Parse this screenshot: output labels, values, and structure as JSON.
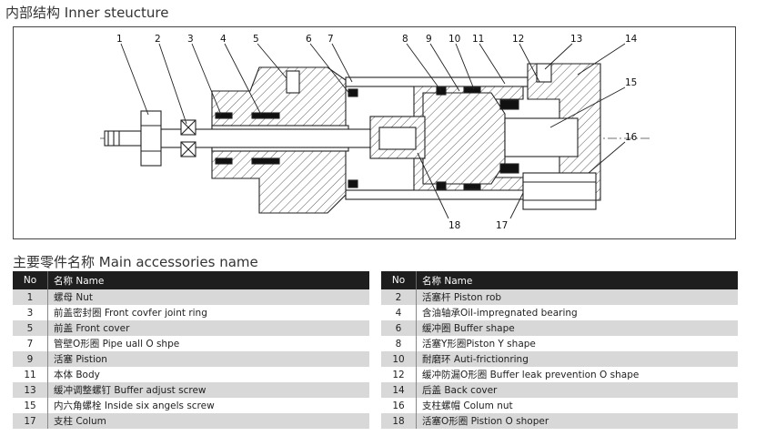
{
  "section_titles": {
    "inner": "内部结构 Inner steucture",
    "accessories": "主要零件名称 Main accessories name"
  },
  "diagram": {
    "labels": [
      "1",
      "2",
      "3",
      "4",
      "5",
      "6",
      "7",
      "8",
      "9",
      "10",
      "11",
      "12",
      "13",
      "14",
      "15",
      "16",
      "17",
      "18"
    ]
  },
  "table_headers": {
    "no": "No",
    "name": "名称 Name"
  },
  "left_table": [
    {
      "no": "1",
      "name": "螺母 Nut"
    },
    {
      "no": "3",
      "name": "前盖密封圈 Front covfer joint ring"
    },
    {
      "no": "5",
      "name": "前盖 Front cover"
    },
    {
      "no": "7",
      "name": "管壁O形圈 Pipe uall O shpe"
    },
    {
      "no": "9",
      "name": "活塞 Pistion"
    },
    {
      "no": "11",
      "name": "本体 Body"
    },
    {
      "no": "13",
      "name": "缓冲调整螺钉 Buffer adjust screw"
    },
    {
      "no": "15",
      "name": "内六角螺栓 Inside six angels screw"
    },
    {
      "no": "17",
      "name": "支柱 Colum"
    }
  ],
  "right_table": [
    {
      "no": "2",
      "name": "活塞杆 Piston rob"
    },
    {
      "no": "4",
      "name": "含油轴承Oil-impregnated bearing"
    },
    {
      "no": "6",
      "name": "缓冲圈 Buffer shape"
    },
    {
      "no": "8",
      "name": "活塞Y形圈Piston Y shape"
    },
    {
      "no": "10",
      "name": "耐磨环 Auti-frictionring"
    },
    {
      "no": "12",
      "name": "缓冲防漏O形圈 Buffer leak prevention O shape"
    },
    {
      "no": "14",
      "name": "后盖 Back cover"
    },
    {
      "no": "16",
      "name": "支柱螺帽 Colum nut"
    },
    {
      "no": "18",
      "name": "活塞O形圈 Pistion O shoper"
    }
  ]
}
